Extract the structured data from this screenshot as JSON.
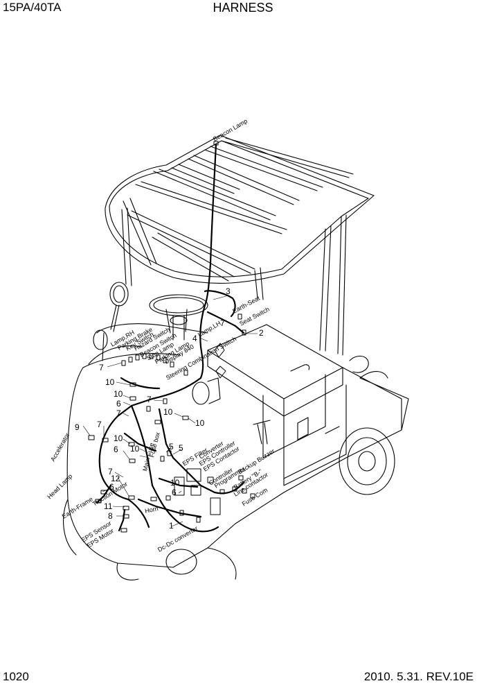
{
  "header": {
    "model": "15PA/40TA",
    "title": "HARNESS"
  },
  "footer": {
    "page": "1020",
    "date_rev": "2010. 5.31.  REV.10E"
  },
  "labels": {
    "beacon_lamp": "Beacon Lamp",
    "earth_seat": "Earth-Seat",
    "seat_switch": "Seat Switch",
    "lamp_rh": "Lamp,RH",
    "parking_brake_switch": "Parking Brake",
    "key_switch": "Key Switch",
    "hazard_switch": "Hazard Switch",
    "beacon_switch": "Beacon Switch",
    "stop_lamp": "Stop Lamp",
    "parking_lamp": "Parking Lamp",
    "display_840": "Display 840",
    "steering_combination_switch": "Steering Combination Switch",
    "lamp_lh": "Lamp,LH",
    "accelerator": "Accelerator",
    "head_lamp": "Head Lamp",
    "earth_frame": "Earth-Frame",
    "traction_motor": "Traction Motor",
    "eps_sensor": "EPS Sensor",
    "eps_motor": "EPS Motor",
    "horn": "Horn",
    "dc_dc_converter": "Dc-Dc converter",
    "eps_filter": "EPS Filter",
    "converter": "Converter",
    "eps_controller": "EPS Controller",
    "eps_contactor": "EPS Contactor",
    "controller": "Controller",
    "programmer": "Programmer",
    "backup_buzzer": "Backup Buzzer",
    "battery_b": "Battery \"B-\"",
    "line_contactor": "Line contactor",
    "fuse_com": "Fuse Com",
    "main_fuse": "Main Fuse",
    "fuse_box": "Fuse box"
  },
  "callouts": {
    "c1": "1",
    "c2": "2",
    "c3": "3",
    "c4": "4",
    "c5a": "5",
    "c5b": "5",
    "c6a": "6",
    "c6b": "6",
    "c6c": "6",
    "c6d": "6",
    "c7a": "7",
    "c7b": "7",
    "c7c": "7",
    "c7d": "7",
    "c7e": "7",
    "c7f": "7",
    "c8": "8",
    "c9": "9",
    "c10a": "10",
    "c10b": "10",
    "c10c": "10",
    "c10d": "10",
    "c10e": "10",
    "c10f": "10",
    "c10g": "10",
    "c11": "11",
    "c12": "12"
  }
}
